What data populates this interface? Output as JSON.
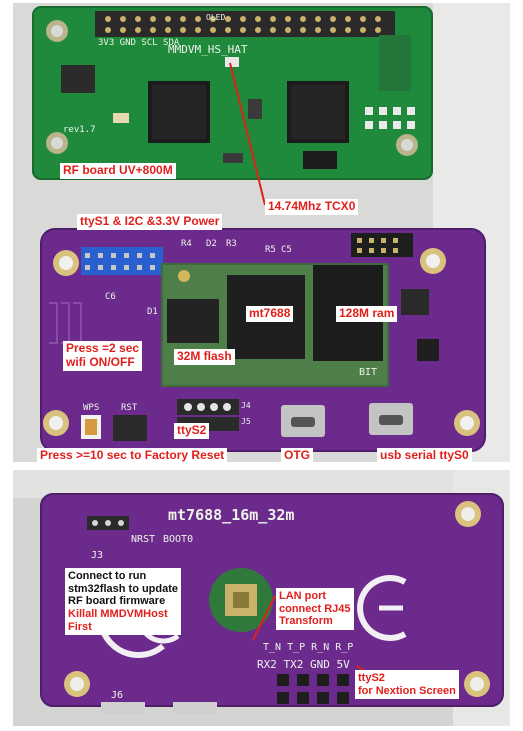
{
  "top": {
    "green_board": {
      "silkscreen_name": "MMDVM_HS_HAT",
      "silkscreen_rev": "rev1.7",
      "silkscreen_header": "3V3 GND SCL SDA",
      "silkscreen_oled": "OLED"
    },
    "purple_board": {
      "silkscreen_r4": "R4",
      "silkscreen_d2": "D2",
      "silkscreen_r3": "R3",
      "silkscreen_r5": "R5",
      "silkscreen_c5": "C5",
      "silkscreen_c6": "C6",
      "silkscreen_d1": "D1",
      "silkscreen_wps": "WPS",
      "silkscreen_rst": "RST",
      "silkscreen_module": "BIT",
      "silkscreen_j4": "J4",
      "silkscreen_j5": "J5"
    },
    "labels": {
      "rf_board": "RF board UV+800M",
      "tcxo": "14.74Mhz TCX0",
      "ttys1": "ttyS1 & I2C &3.3V Power",
      "mt7688": "mt7688",
      "ram": "128M ram",
      "press_wifi_1": "Press =2 sec",
      "press_wifi_2": "wifi ON/OFF",
      "flash": "32M flash",
      "ttys2": "ttyS2",
      "factory_reset": "Press >=10 sec to Factory Reset",
      "otg": "OTG",
      "usb_serial": "usb serial ttyS0"
    }
  },
  "bottom": {
    "board": {
      "silkscreen_title": "mt7688_16m_32m",
      "silkscreen_nrst": "NRST",
      "silkscreen_boot0": "BOOT0",
      "silkscreen_j3": "J3",
      "silkscreen_j6": "J6",
      "pins_top": "T_N  T_P  R_N  R_P",
      "pins_bottom": "RX2 TX2 GND 5V"
    },
    "labels": {
      "connect_1": "Connect to run",
      "connect_2": "stm32flash to update",
      "connect_3": "RF board firmware",
      "connect_4": "Killall MMDVMHost",
      "connect_5": "First",
      "lan_1": "LAN port",
      "lan_2": "connect RJ45",
      "lan_3": "Transform",
      "ttys2_1": "ttyS2",
      "ttys2_2": "for Nextion Screen"
    }
  },
  "colors": {
    "green_pcb": "#1f8a3c",
    "purple_pcb": "#6b2a8c",
    "label_red": "#e0201c",
    "header_blue": "#2a5fd0"
  }
}
